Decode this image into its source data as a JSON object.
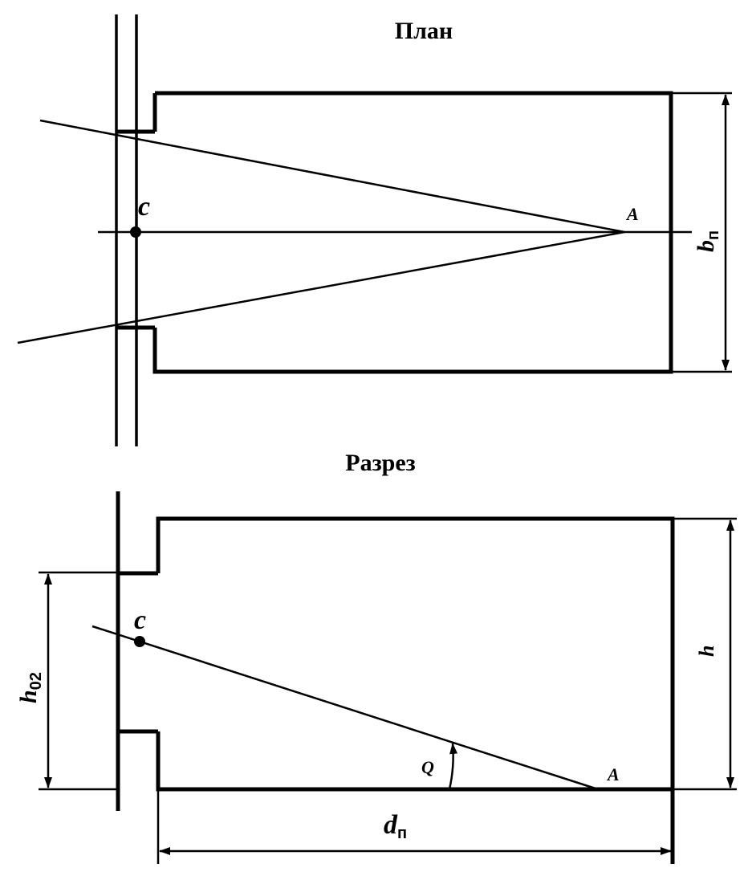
{
  "plan": {
    "title": "План",
    "label_c": "c",
    "label_a": "A",
    "dim_b": {
      "main": "b",
      "sub": "п"
    }
  },
  "section": {
    "title": "Разрез",
    "label_c": "c",
    "label_a": "A",
    "angle": "Q",
    "dim_h": "h",
    "dim_h0": {
      "main": "h",
      "sub": "02"
    },
    "dim_d": {
      "main": "d",
      "sub": "п"
    }
  }
}
